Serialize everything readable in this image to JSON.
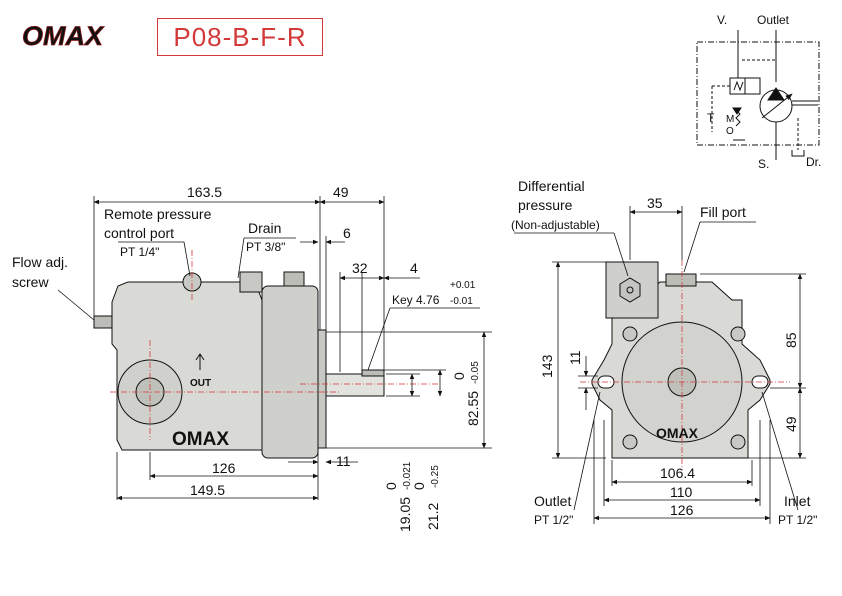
{
  "brand": {
    "name": "OMAX",
    "color": "#d23a3a"
  },
  "model": "P08-B-F-R",
  "circuit": {
    "v": "V.",
    "outlet": "Outlet",
    "t": "T",
    "m": "M",
    "o": "O",
    "s": "S.",
    "dr": "Dr."
  },
  "side_view": {
    "labels": {
      "flow_adj_line1": "Flow adj.",
      "flow_adj_line2": "screw",
      "remote_line1": "Remote pressure",
      "remote_line2": "control port",
      "remote_port": "PT 1/4\"",
      "drain": "Drain",
      "drain_port": "PT 3/8\"",
      "out": "OUT",
      "body_logo": "OMAX"
    },
    "dims": {
      "overall": "163.5",
      "shaft_len": "49",
      "flange": "6",
      "key_len": "32",
      "key_offset": "4",
      "key_tol_plus": "+0.01",
      "key": "Key 4.76",
      "key_tol_minus": "-0.01",
      "pilot_zero": "0",
      "pilot": "82.55",
      "pilot_tol": "-0.05",
      "base": "126",
      "base_offset": "11",
      "base_total": "149.5",
      "shaft_zero": "0",
      "shaft_dia": "19.05",
      "shaft_tol": "-0.021",
      "key_ht_zero": "0",
      "key_ht": "21.2",
      "key_ht_tol": "-0.25"
    }
  },
  "front_view": {
    "labels": {
      "diff_line1": "Differential",
      "diff_line2": "pressure",
      "diff_line3": "(Non-adjustable)",
      "fill_port": "Fill port",
      "outlet": "Outlet",
      "outlet_port": "PT 1/2\"",
      "inlet": "Inlet",
      "inlet_port": "PT 1/2\"",
      "body_logo": "OMAX"
    },
    "dims": {
      "top": "35",
      "height": "143",
      "slot": "11",
      "upper": "85",
      "lower": "49",
      "w1": "106.4",
      "w2": "110",
      "w3": "126"
    }
  }
}
